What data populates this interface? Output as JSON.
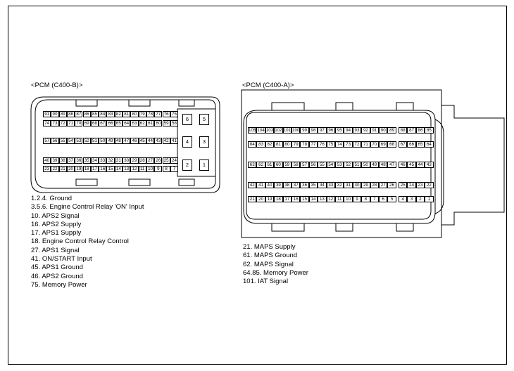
{
  "connector_b": {
    "title": "<PCM (C400-B)>",
    "rows": [
      [
        "91",
        "90",
        "89",
        "88",
        "87",
        "86",
        "85",
        "84",
        "83",
        "82",
        "81",
        "80",
        "79",
        "78",
        "77",
        "76",
        "75"
      ],
      [
        "74",
        "73",
        "72",
        "71",
        "70",
        "69",
        "68",
        "67",
        "66",
        "65",
        "64",
        "63",
        "62",
        "61",
        "60",
        "59",
        "58"
      ],
      [
        "57",
        "56",
        "55",
        "54",
        "53",
        "52",
        "51",
        "50",
        "49",
        "48",
        "47",
        "46",
        "45",
        "44",
        "43",
        "42",
        "41"
      ],
      [
        "40",
        "39",
        "38",
        "37",
        "36",
        "35",
        "34",
        "33",
        "32",
        "31",
        "30",
        "29",
        "28",
        "27",
        "26",
        "25",
        "24"
      ],
      [
        "23",
        "22",
        "21",
        "20",
        "19",
        "18",
        "17",
        "16",
        "15",
        "14",
        "13",
        "12",
        "11",
        "10",
        "9",
        "8",
        "7"
      ]
    ],
    "big_pins": [
      [
        "6",
        "5"
      ],
      [
        "4",
        "3"
      ],
      [
        "2",
        "1"
      ]
    ],
    "legend": [
      "1.2.4. Ground",
      "3.5.6. Engine Control Relay 'ON' Input",
      "10. APS2 Signal",
      "16. APS2 Supply",
      "17. APS1 Supply",
      "18. Engine Control Relay Control",
      "27. APS1 Signal",
      "41. ON/START Input",
      "45. APS1 Ground",
      "46. APS2 Ground",
      "75. Memory Power"
    ]
  },
  "connector_a": {
    "title": "<PCM (C400-A)>",
    "rows": [
      [
        [
          "105",
          "104",
          "103",
          "102",
          "101",
          "100",
          "99",
          "98",
          "97",
          "96",
          "95",
          "94",
          "93",
          "92",
          "91",
          "90",
          "89"
        ],
        [
          "88",
          "87",
          "86",
          "85"
        ]
      ],
      [
        [
          "84",
          "83",
          "82",
          "81",
          "80",
          "79",
          "78",
          "77",
          "76",
          "75",
          "74",
          "73",
          "72",
          "71",
          "70",
          "69",
          "68"
        ],
        [
          "67",
          "66",
          "65",
          "64"
        ]
      ],
      [
        [
          "63",
          "62",
          "61",
          "60",
          "59",
          "58",
          "57",
          "56",
          "55",
          "54",
          "53",
          "52",
          "51",
          "50",
          "49",
          "48",
          "47"
        ],
        [
          "46",
          "45",
          "44",
          "43"
        ]
      ],
      [
        [
          "42",
          "41",
          "40",
          "39",
          "38",
          "37",
          "36",
          "35",
          "34",
          "33",
          "32",
          "31",
          "30",
          "29",
          "28",
          "27",
          "26"
        ],
        [
          "25",
          "24",
          "23",
          "22"
        ]
      ],
      [
        [
          "21",
          "20",
          "19",
          "18",
          "17",
          "16",
          "15",
          "14",
          "13",
          "12",
          "11",
          "10",
          "9",
          "8",
          "7",
          "6",
          "5"
        ],
        [
          "4",
          "3",
          "2",
          "1"
        ]
      ]
    ],
    "legend": [
      "21. MAPS Supply",
      "61. MAPS Ground",
      "62. MAPS Signal",
      "64.85. Memory Power",
      "101. IAT Signal"
    ]
  }
}
